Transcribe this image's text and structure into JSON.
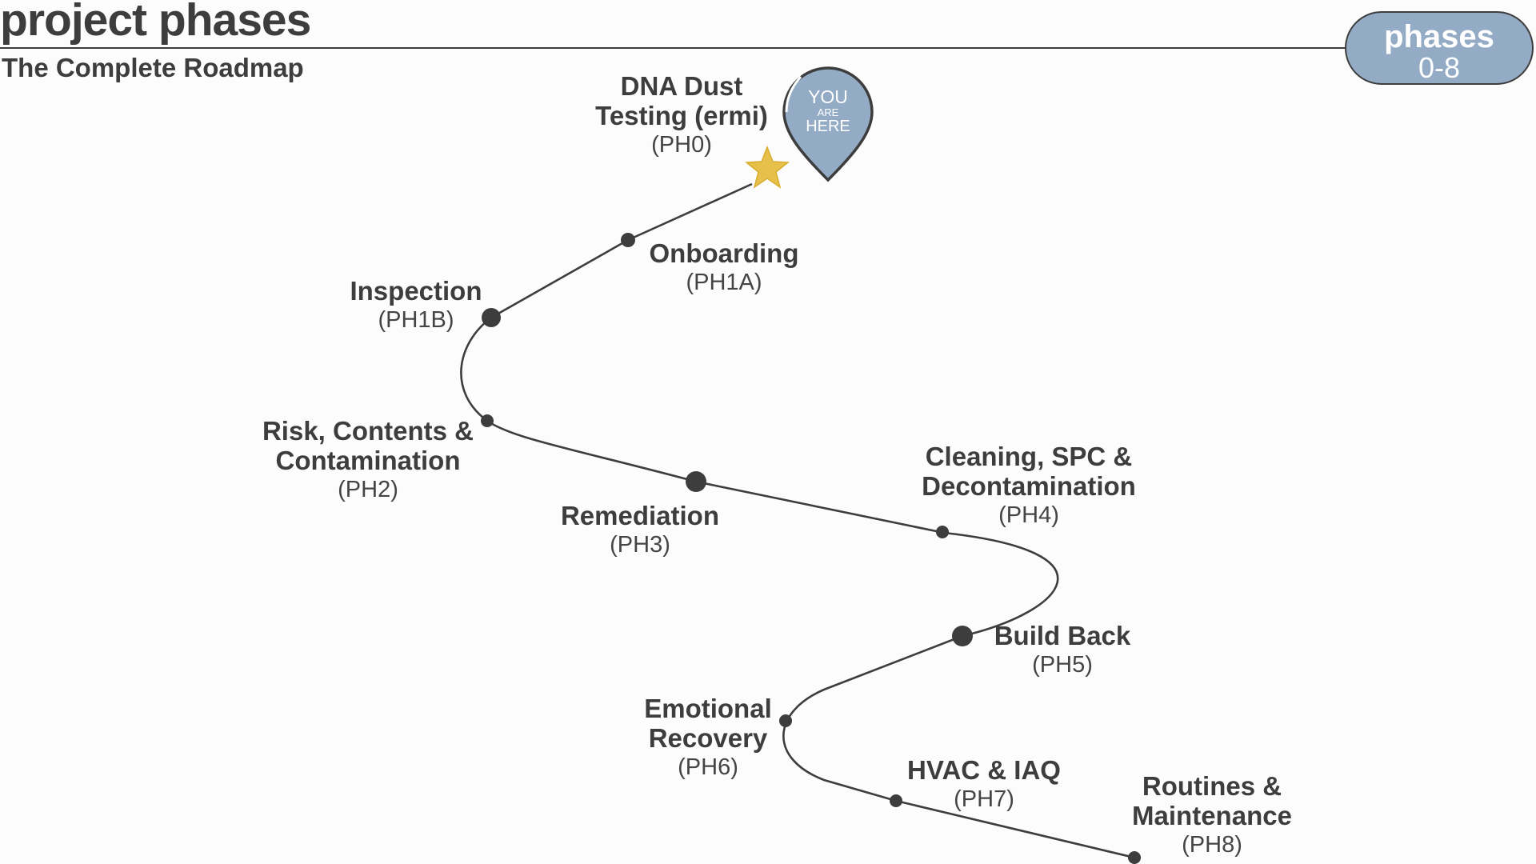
{
  "header": {
    "title": "project phases",
    "subtitle": "The Complete Roadmap"
  },
  "badge": {
    "line1": "phases",
    "line2": "0-8"
  },
  "pin": {
    "line1": "YOU",
    "line2": "ARE",
    "line3": "HERE",
    "star_icon": "star-icon",
    "color": "#93abc5",
    "star_color": "#e6c04a"
  },
  "phases": [
    {
      "name_lines": [
        "DNA Dust",
        "Testing (ermi)"
      ],
      "code": "(PH0)"
    },
    {
      "name_lines": [
        "Onboarding"
      ],
      "code": "(PH1A)"
    },
    {
      "name_lines": [
        "Inspection"
      ],
      "code": "(PH1B)"
    },
    {
      "name_lines": [
        "Risk, Contents &",
        "Contamination"
      ],
      "code": "(PH2)"
    },
    {
      "name_lines": [
        "Remediation"
      ],
      "code": "(PH3)"
    },
    {
      "name_lines": [
        "Cleaning, SPC &",
        "Decontamination"
      ],
      "code": "(PH4)"
    },
    {
      "name_lines": [
        "Build Back"
      ],
      "code": "(PH5)"
    },
    {
      "name_lines": [
        "Emotional",
        "Recovery"
      ],
      "code": "(PH6)"
    },
    {
      "name_lines": [
        "HVAC & IAQ"
      ],
      "code": "(PH7)"
    },
    {
      "name_lines": [
        "Routines &",
        "Maintenance"
      ],
      "code": "(PH8)"
    }
  ],
  "colors": {
    "text": "#3d3d3d",
    "accent": "#93abc5",
    "road": "#3d3d3d"
  }
}
